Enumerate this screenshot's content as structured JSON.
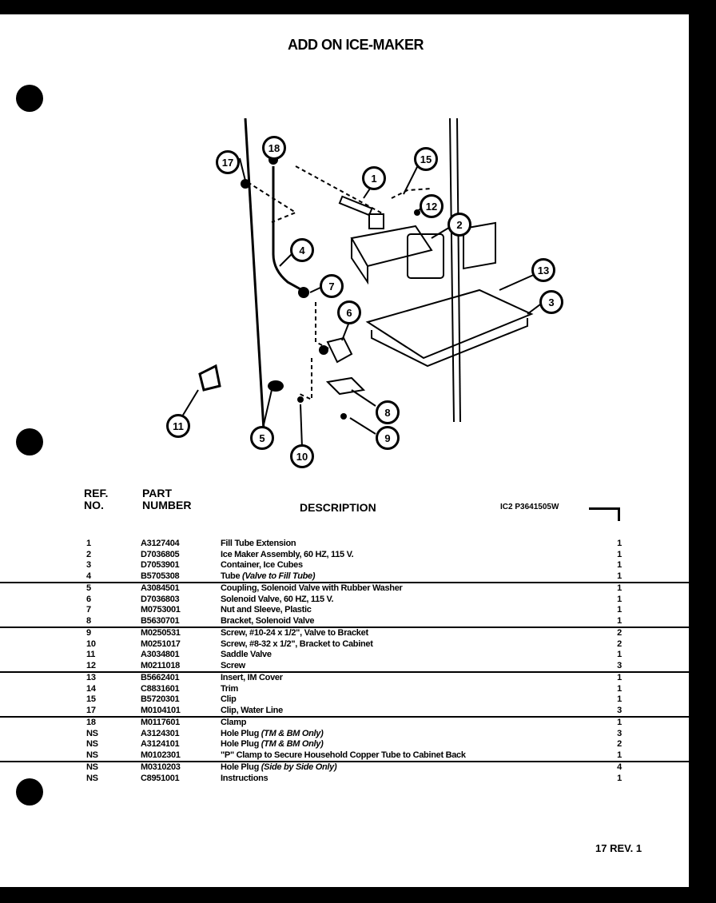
{
  "document": {
    "title": "ADD ON ICE-MAKER",
    "page_code": "IC2 P3641505W",
    "footer": "17 REV. 1"
  },
  "diagram": {
    "callouts": [
      "1",
      "2",
      "3",
      "4",
      "5",
      "6",
      "7",
      "8",
      "9",
      "10",
      "11",
      "12",
      "13",
      "15",
      "17",
      "18"
    ]
  },
  "table": {
    "headers": {
      "ref_line1": "REF.",
      "ref_line2": "NO.",
      "part_line1": "PART",
      "part_line2": "NUMBER",
      "description": "DESCRIPTION"
    },
    "rows": [
      {
        "ref": "1",
        "part": "A3127404",
        "desc": "Fill Tube Extension",
        "note": "",
        "qty": "1"
      },
      {
        "ref": "2",
        "part": "D7036805",
        "desc": "Ice Maker Assembly, 60 HZ, 115 V.",
        "note": "",
        "qty": "1"
      },
      {
        "ref": "3",
        "part": "D7053901",
        "desc": "Container, Ice Cubes",
        "note": "",
        "qty": "1"
      },
      {
        "ref": "4",
        "part": "B5705308",
        "desc": "Tube",
        "note": "(Valve to Fill Tube)",
        "qty": "1"
      },
      {
        "ref": "5",
        "part": "A3084501",
        "desc": "Coupling, Solenoid Valve with Rubber Washer",
        "note": "",
        "qty": "1"
      },
      {
        "ref": "6",
        "part": "D7036803",
        "desc": "Solenoid Valve, 60 HZ, 115 V.",
        "note": "",
        "qty": "1"
      },
      {
        "ref": "7",
        "part": "M0753001",
        "desc": "Nut and Sleeve, Plastic",
        "note": "",
        "qty": "1"
      },
      {
        "ref": "8",
        "part": "B5630701",
        "desc": "Bracket, Solenoid Valve",
        "note": "",
        "qty": "1"
      },
      {
        "ref": "9",
        "part": "M0250531",
        "desc": "Screw, #10-24 x 1/2\", Valve to Bracket",
        "note": "",
        "qty": "2"
      },
      {
        "ref": "10",
        "part": "M0251017",
        "desc": "Screw, #8-32 x 1/2\", Bracket to Cabinet",
        "note": "",
        "qty": "2"
      },
      {
        "ref": "11",
        "part": "A3034801",
        "desc": "Saddle Valve",
        "note": "",
        "qty": "1"
      },
      {
        "ref": "12",
        "part": "M0211018",
        "desc": "Screw",
        "note": "",
        "qty": "3"
      },
      {
        "ref": "13",
        "part": "B5662401",
        "desc": "Insert, IM Cover",
        "note": "",
        "qty": "1"
      },
      {
        "ref": "14",
        "part": "C8831601",
        "desc": "Trim",
        "note": "",
        "qty": "1"
      },
      {
        "ref": "15",
        "part": "B5720301",
        "desc": "Clip",
        "note": "",
        "qty": "1"
      },
      {
        "ref": "17",
        "part": "M0104101",
        "desc": "Clip, Water Line",
        "note": "",
        "qty": "3"
      },
      {
        "ref": "18",
        "part": "M0117601",
        "desc": "Clamp",
        "note": "",
        "qty": "1"
      },
      {
        "ref": "NS",
        "part": "A3124301",
        "desc": "Hole Plug",
        "note": "(TM & BM Only)",
        "qty": "3"
      },
      {
        "ref": "NS",
        "part": "A3124101",
        "desc": "Hole Plug",
        "note": "(TM & BM Only)",
        "qty": "2"
      },
      {
        "ref": "NS",
        "part": "M0102301",
        "desc": "\"P\" Clamp to Secure Household Copper Tube to Cabinet Back",
        "note": "",
        "qty": "1"
      },
      {
        "ref": "NS",
        "part": "M0310203",
        "desc": "Hole Plug",
        "note": "(Side by Side Only)",
        "qty": "4"
      },
      {
        "ref": "NS",
        "part": "C8951001",
        "desc": "Instructions",
        "note": "",
        "qty": "1"
      }
    ],
    "separator_before_rows": [
      4,
      8,
      12,
      16,
      20
    ]
  }
}
